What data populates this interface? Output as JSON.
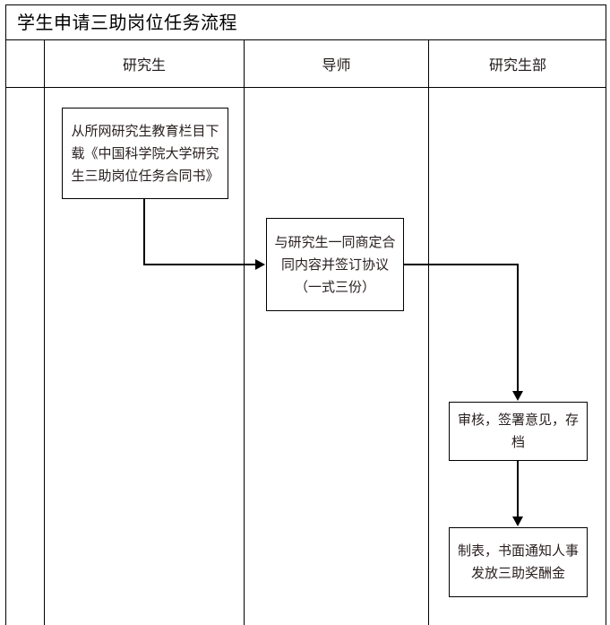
{
  "title": "学生申请三助岗位任务流程",
  "columns": [
    {
      "key": "spacer",
      "label": ""
    },
    {
      "key": "student",
      "label": "研究生"
    },
    {
      "key": "advisor",
      "label": "导师"
    },
    {
      "key": "office",
      "label": "研究生部"
    }
  ],
  "steps": [
    {
      "id": "download-contract",
      "lane": "student",
      "text": "从所网研究生教育栏目下载《中国科学院大学研究生三助岗位任务合同书》"
    },
    {
      "id": "sign-agreement",
      "lane": "advisor",
      "text": "与研究生一同商定合同内容并签订协议（一式三份）"
    },
    {
      "id": "review-archive",
      "lane": "office",
      "text": "审核，签署意见，存档"
    },
    {
      "id": "notify-payout",
      "lane": "office",
      "text": "制表，书面通知人事发放三助奖酬金"
    }
  ],
  "connectors": [
    {
      "id": "download-to-sign",
      "from": "download-contract",
      "to": "sign-agreement",
      "arrow": "right"
    },
    {
      "id": "sign-to-review",
      "from": "sign-agreement",
      "to": "review-archive",
      "arrow": "down"
    },
    {
      "id": "review-to-payout",
      "from": "review-archive",
      "to": "notify-payout",
      "arrow": "down"
    }
  ],
  "colors": {
    "background": "#ffffff",
    "line": "#000000",
    "text": "#221a1a"
  }
}
